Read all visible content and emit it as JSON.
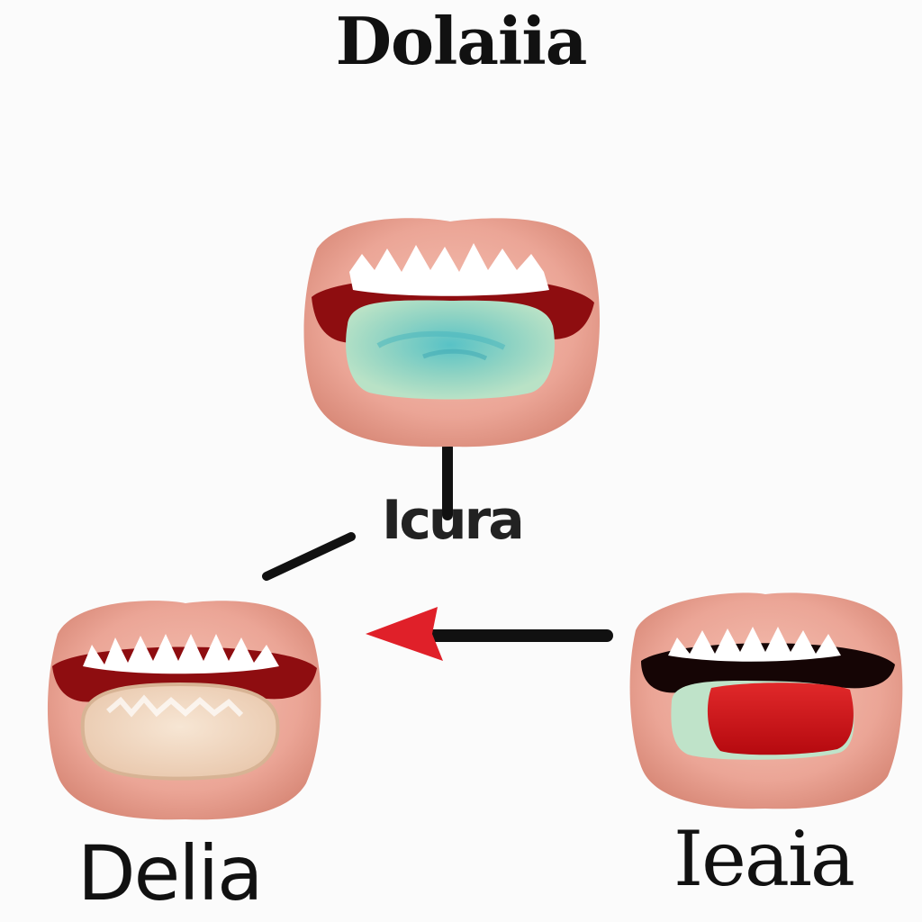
{
  "title": "Dolaiia",
  "nodes": {
    "center": "Icura",
    "left": "Delia",
    "right": "Ieaia"
  },
  "colors": {
    "lip": "#eba596",
    "lip_shadow": "#d9897a",
    "mouth_dark": "#8e0d10",
    "teeth": "#ffffff",
    "tongue_teal": "#a9dcc0",
    "tongue_teal_core": "#6cc7c4",
    "tongue_cream": "#f1dcc6",
    "tongue_red": "#d31a1c",
    "arrow_head": "#e02029",
    "line": "#111111"
  },
  "icons": [
    "mouth-icon",
    "arrow-icon"
  ]
}
